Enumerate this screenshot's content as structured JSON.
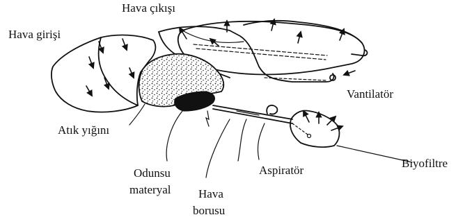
{
  "labels": {
    "air_outlet": "Hava çıkışı",
    "air_inlet": "Hava girişi",
    "fan": "Vantilatör",
    "waste_pile": "Atık yığını",
    "woody_material_line1": "Odunsu",
    "woody_material_line2": "materyal",
    "air_pipe_line1": "Hava",
    "air_pipe_line2": "borusu",
    "aspirator": "Aspiratör",
    "biofilter": "Biyofiltre"
  }
}
